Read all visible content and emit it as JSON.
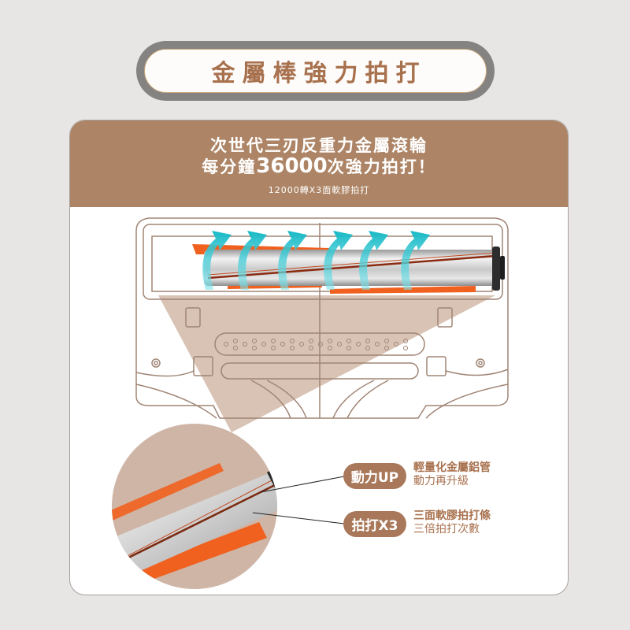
{
  "header": {
    "title": "金屬棒強力拍打"
  },
  "card": {
    "headline_line1": "次世代三刃反重力金屬滾輪",
    "headline_line2_prefix": "每分鐘",
    "headline_line2_number": "36000",
    "headline_line2_suffix": "次強力拍打！",
    "subline": "12000轉X3面軟膠拍打"
  },
  "callouts": [
    {
      "badge": "動力UP",
      "title": "輕量化金屬鋁管",
      "subtitle": "動力再升級"
    },
    {
      "badge": "拍打X3",
      "title": "三面軟膠拍打條",
      "subtitle": "三倍拍打次數"
    }
  ],
  "colors": {
    "brand_brown": "#ad8566",
    "badge_brown": "#a9785a",
    "title_text": "#a8714e",
    "pill_border": "#858282",
    "arrow_cyan": "#2cc5cf",
    "bristle_orange": "#f0601f",
    "beam_tan": "#d2b8a8"
  }
}
